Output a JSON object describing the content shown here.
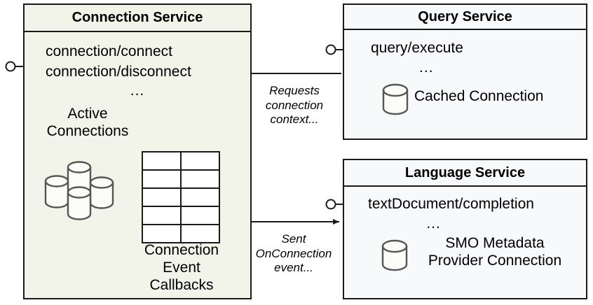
{
  "diagram": {
    "title_hidden": "",
    "type": "component-diagram",
    "background": "#ffffff",
    "colors": {
      "accent_fill": "#f2f4e9",
      "plain_fill": "#f8f9fb",
      "stroke": "#1a1a1a",
      "icon_stroke": "#555555"
    }
  },
  "nodes": [
    {
      "id": "connection-service",
      "title": "Connection Service",
      "operations": [
        "connection/connect",
        "connection/disconnect"
      ],
      "ellipsis": "...",
      "artifacts": [
        {
          "id": "active-connections",
          "label": "Active\nConnections",
          "icon": "database-cluster-icon"
        },
        {
          "id": "connection-event-callbacks",
          "label": "Connection\nEvent\nCallbacks",
          "icon": "table-grid-icon"
        }
      ]
    },
    {
      "id": "query-service",
      "title": "Query Service",
      "operations": [
        "query/execute"
      ],
      "ellipsis": "...",
      "artifacts": [
        {
          "id": "cached-connection",
          "label": "Cached Connection",
          "icon": "database-icon"
        }
      ]
    },
    {
      "id": "language-service",
      "title": "Language Service",
      "operations": [
        "textDocument/completion"
      ],
      "ellipsis": "...",
      "artifacts": [
        {
          "id": "smo-metadata-provider-connection",
          "label": "SMO Metadata\nProvider Connection",
          "icon": "database-icon"
        }
      ]
    }
  ],
  "edges": [
    {
      "id": "requests-connection-context",
      "from": "query-service",
      "to": "connection-service",
      "label": "Requests\nconnection\ncontext...",
      "direction": "left"
    },
    {
      "id": "sent-onconnection-event",
      "from": "connection-service",
      "to": "language-service",
      "label": "Sent\nOnConnection\nevent...",
      "direction": "right"
    }
  ],
  "interfaces": [
    {
      "id": "connection-service-interface",
      "node": "connection-service",
      "shape": "lollipop"
    },
    {
      "id": "query-service-interface",
      "node": "query-service",
      "shape": "lollipop"
    },
    {
      "id": "language-service-interface",
      "node": "language-service",
      "shape": "lollipop"
    }
  ]
}
